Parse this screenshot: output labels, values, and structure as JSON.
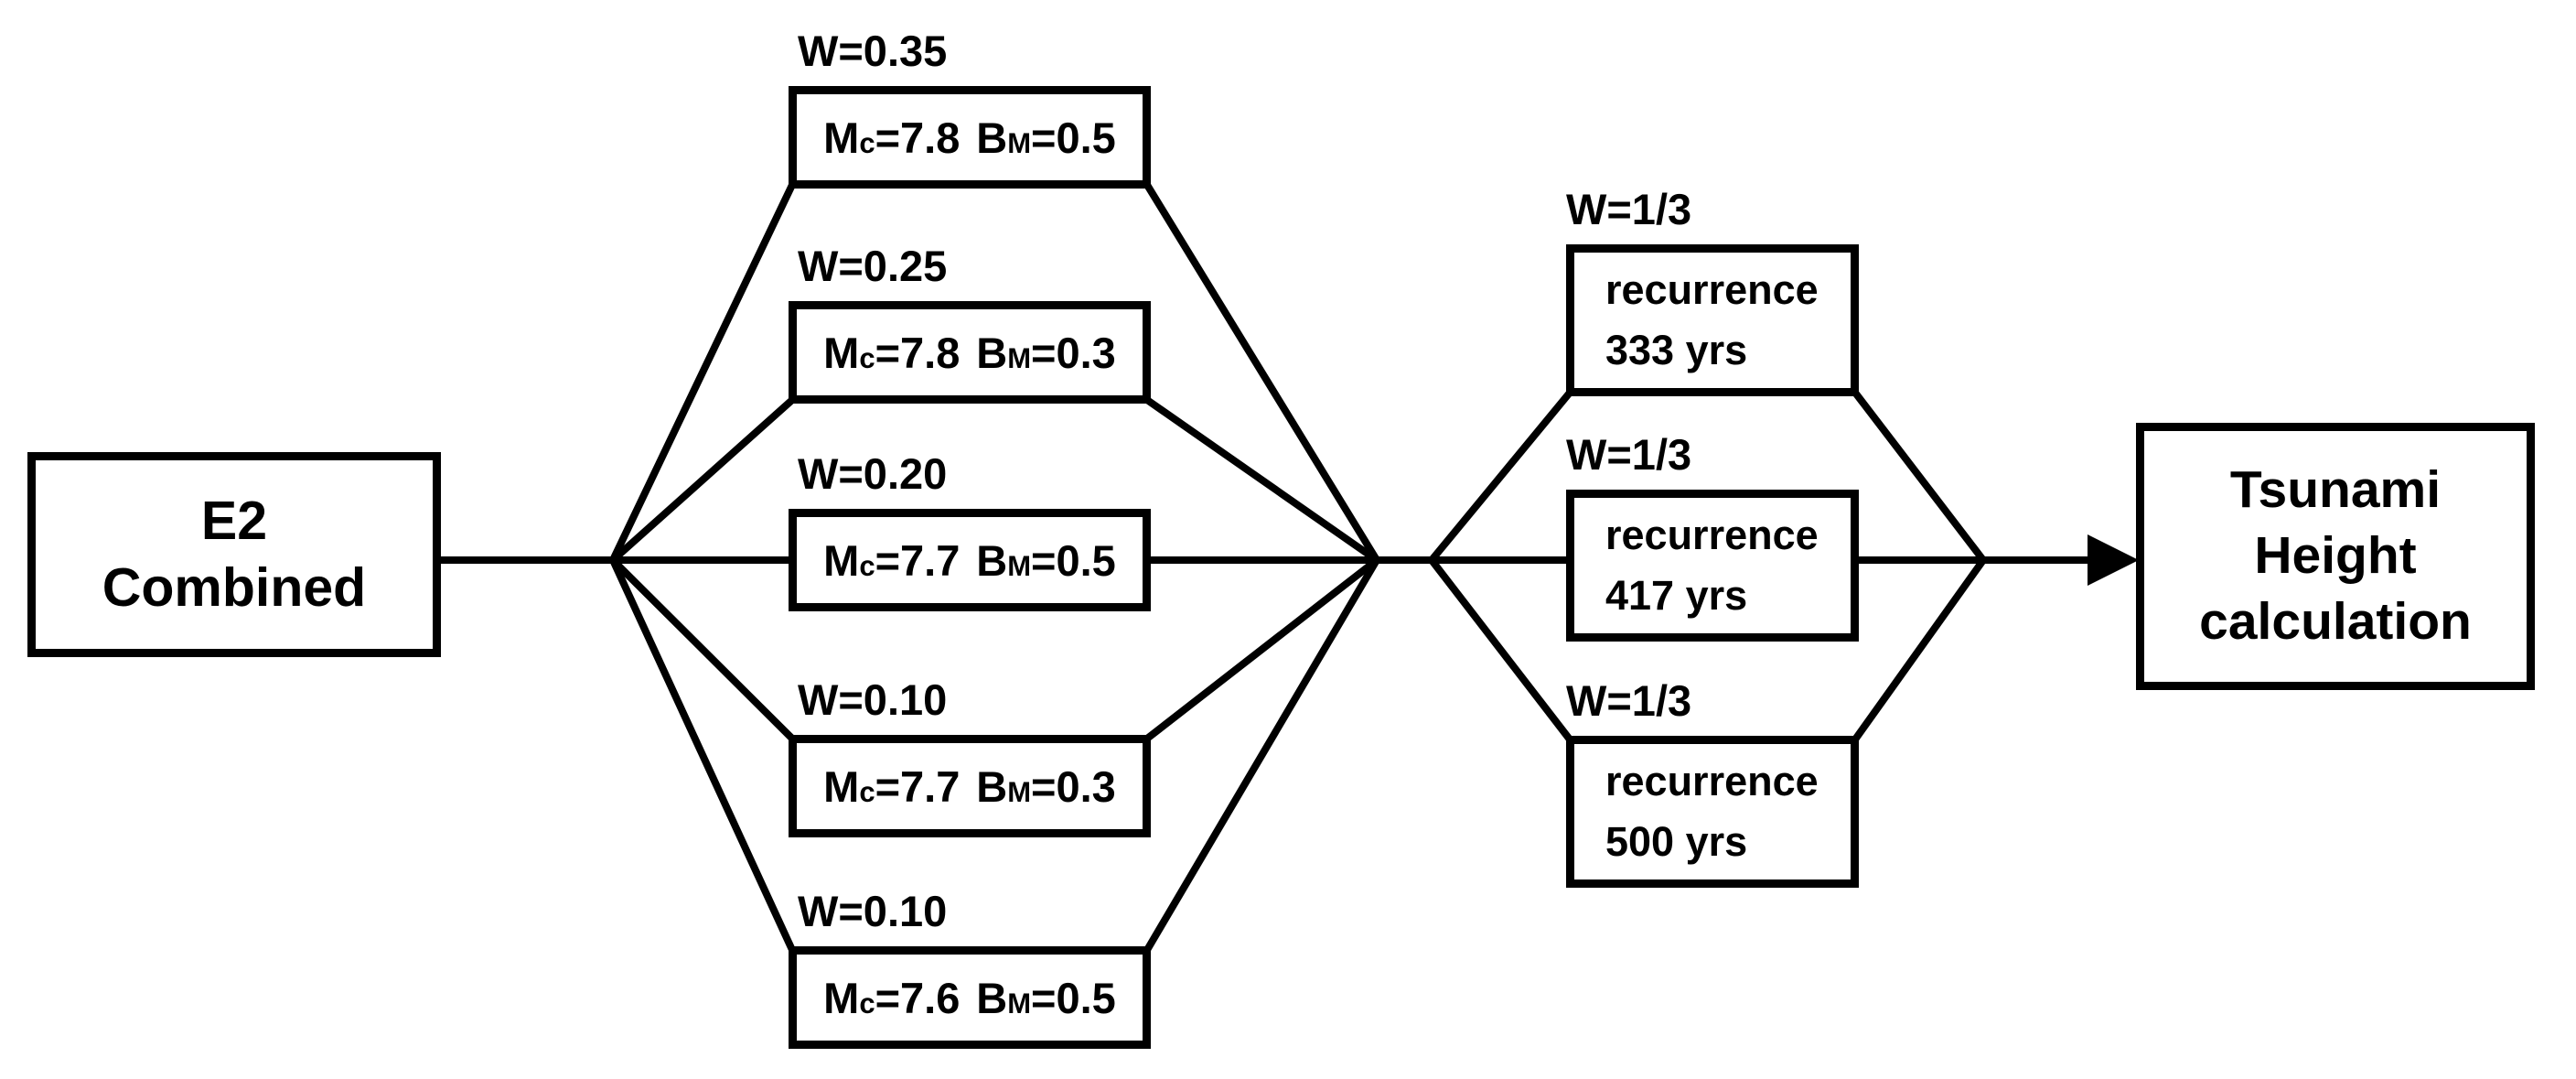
{
  "colors": {
    "background": "#ffffff",
    "stroke": "#000000",
    "text": "#000000"
  },
  "diagram": {
    "source_box": {
      "line1": "E2",
      "line2": "Combined"
    },
    "magnitude_branches": [
      {
        "weight": "W=0.35",
        "m_base": "M",
        "m_sub": "c",
        "m_eq": "=7.8",
        "b_base": "B",
        "b_sub": "M",
        "b_eq": "=0.5"
      },
      {
        "weight": "W=0.25",
        "m_base": "M",
        "m_sub": "c",
        "m_eq": "=7.8",
        "b_base": "B",
        "b_sub": "M",
        "b_eq": "=0.3"
      },
      {
        "weight": "W=0.20",
        "m_base": "M",
        "m_sub": "c",
        "m_eq": "=7.7",
        "b_base": "B",
        "b_sub": "M",
        "b_eq": "=0.5"
      },
      {
        "weight": "W=0.10",
        "m_base": "M",
        "m_sub": "c",
        "m_eq": "=7.7",
        "b_base": "B",
        "b_sub": "M",
        "b_eq": "=0.3"
      },
      {
        "weight": "W=0.10",
        "m_base": "M",
        "m_sub": "c",
        "m_eq": "=7.6",
        "b_base": "B",
        "b_sub": "M",
        "b_eq": "=0.5"
      }
    ],
    "recurrence_branches": [
      {
        "weight": "W=1/3",
        "line1": "recurrence",
        "line2": "333 yrs"
      },
      {
        "weight": "W=1/3",
        "line1": "recurrence",
        "line2": "417 yrs"
      },
      {
        "weight": "W=1/3",
        "line1": "recurrence",
        "line2": "500 yrs"
      }
    ],
    "output_box": {
      "line1": "Tsunami",
      "line2": "Height",
      "line3": "calculation"
    }
  }
}
